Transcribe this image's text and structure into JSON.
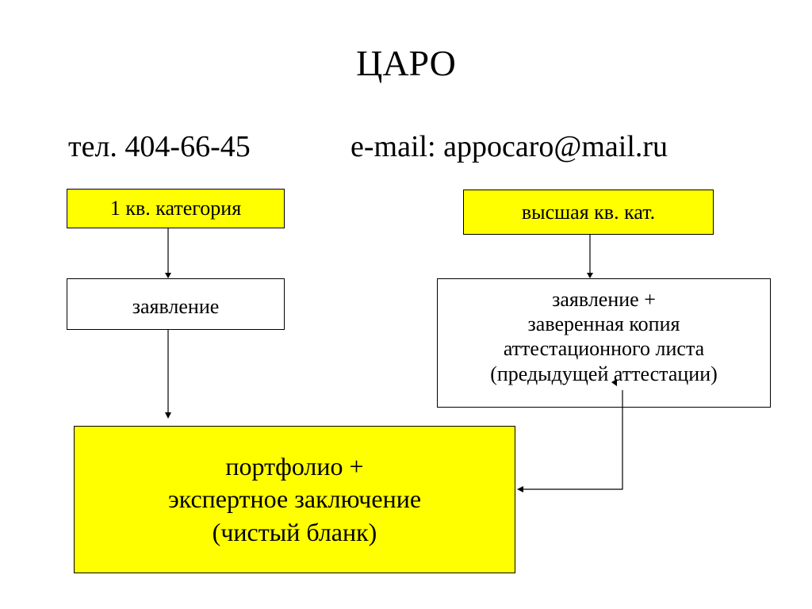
{
  "header": {
    "title": "ЦАРО",
    "phone": "тел. 404-66-45",
    "email": "e-mail: appocaro@mail.ru"
  },
  "boxes": {
    "first_category": {
      "label": "1 кв. категория",
      "color": "#ffff00"
    },
    "top_category": {
      "label": "высшая кв. кат.",
      "color": "#ffff00"
    },
    "application_first": {
      "label": "заявление"
    },
    "application_top": {
      "lines": [
        "заявление +",
        "заверенная копия",
        "аттестационного листа",
        "(предыдущей аттестации)"
      ]
    },
    "portfolio": {
      "lines": [
        "портфолио +",
        "экспертное заключение",
        "(чистый бланк)"
      ],
      "color": "#ffff00"
    }
  }
}
